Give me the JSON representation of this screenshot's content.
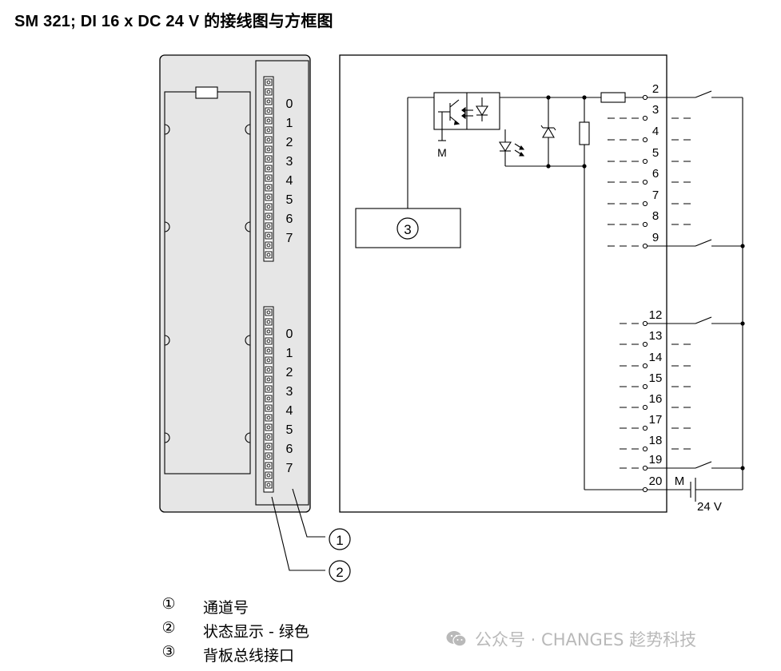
{
  "title": "SM 321; DI 16 x DC 24 V 的接线图与方框图",
  "module_channels": {
    "upper": [
      "0",
      "1",
      "2",
      "3",
      "4",
      "5",
      "6",
      "7"
    ],
    "lower": [
      "0",
      "1",
      "2",
      "3",
      "4",
      "5",
      "6",
      "7"
    ]
  },
  "terminals": {
    "upper": [
      "2",
      "3",
      "4",
      "5",
      "6",
      "7",
      "8",
      "9"
    ],
    "lower": [
      "12",
      "13",
      "14",
      "15",
      "16",
      "17",
      "18",
      "19",
      "20"
    ]
  },
  "labels": {
    "optocoupler_m": "M",
    "supply_m": "M",
    "supply_voltage": "24 V",
    "callout_1": "1",
    "callout_2": "2",
    "callout_3": "3"
  },
  "legend": [
    {
      "num": "①",
      "text": "通道号"
    },
    {
      "num": "②",
      "text": "状态显示 - 绿色"
    },
    {
      "num": "③",
      "text": "背板总线接口"
    }
  ],
  "watermark": "公众号 · CHANGES 趁势科技"
}
